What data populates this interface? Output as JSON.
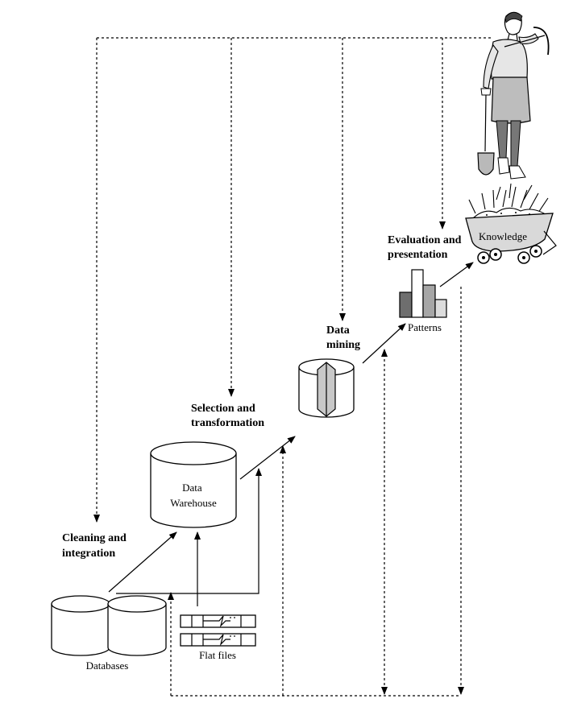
{
  "steps": {
    "cleaning": [
      "Cleaning and",
      "integration"
    ],
    "selection": [
      "Selection and",
      "transformation"
    ],
    "mining": [
      "Data",
      "mining"
    ],
    "evaluation": [
      "Evaluation and",
      "presentation"
    ]
  },
  "objects": {
    "databases": "Databases",
    "flat_files": "Flat files",
    "data_warehouse": [
      "Data",
      "Warehouse"
    ],
    "patterns": "Patterns",
    "knowledge": "Knowledge"
  }
}
